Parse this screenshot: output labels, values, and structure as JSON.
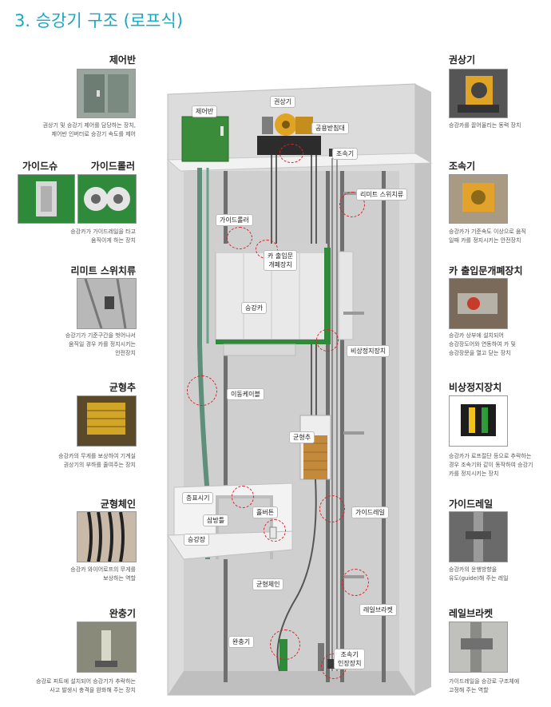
{
  "title": "3. 승강기 구조 (로프식)",
  "left_items": [
    {
      "title": "제어반",
      "desc": [
        "권상기 및 승강기 제어를 담당하는 장치,",
        "제어반 인버터로 승강기 속도를 제어"
      ]
    },
    {
      "title": "가이드슈",
      "title2": "가이드롤러",
      "desc": [
        "승강카가 가이드레일을 타고",
        "움직이게 하는 장치"
      ]
    },
    {
      "title": "리미트 스위치류",
      "desc": [
        "승강기가 기준구간을 벗어나서",
        "움직일 경우 카를 정지시키는",
        "안전장치"
      ]
    },
    {
      "title": "균형추",
      "desc": [
        "승강카의 무게를 보상하여 기계실",
        "권상기의 부하를 줄여주는 장치"
      ]
    },
    {
      "title": "균형체인",
      "desc": [
        "승강카 와이어로프의 무게를",
        "보상하는 역할"
      ]
    },
    {
      "title": "완충기",
      "desc": [
        "승강로 피트에 설치되어 승강기가 추락하는",
        "사고 발생시 충격을 완화해 주는 장치"
      ]
    }
  ],
  "right_items": [
    {
      "title": "권상기",
      "desc": [
        "승강카를 끌어올리는 동력 장치"
      ]
    },
    {
      "title": "조속기",
      "desc": [
        "승강카가 기준속도 이상으로 움직",
        "일때 카를 정지시키는 안전장치"
      ]
    },
    {
      "title": "카 출입문개폐장치",
      "desc": [
        "승강카 상부에 설치되어",
        "승강장도어와 연동하여 카 및",
        "승강장문을 열고 닫는 장치"
      ]
    },
    {
      "title": "비상정지장치",
      "desc": [
        "승강카가 로프절단 등으로 추락하는",
        "경우 조속기와 같이 동작하여 승강기",
        "카를 정지시키는 장치"
      ]
    },
    {
      "title": "가이드레일",
      "desc": [
        "승강카의 운행방향을",
        "유도(guide)해 주는 레일"
      ]
    },
    {
      "title": "레일브라켓",
      "desc": [
        "가이드레일을 승강로 구조체에",
        "고정해 주는 역할"
      ]
    }
  ],
  "labels": {
    "control_panel": "제어반",
    "traction_machine": "권상기",
    "bed_plate": "공용받침대",
    "governor_top": "조속기",
    "limit_switch": "리미트 스위치류",
    "guide_roller": "가이드롤러",
    "door_operator": "카 출입문\n개폐장치",
    "car": "승강카",
    "safety_gear": "비상정지장치",
    "travel_cable": "이동케이블",
    "counterweight": "균형추",
    "indicator": "층표시기",
    "jamb": "삼방틀",
    "call_button": "홀버튼",
    "landing": "승강장",
    "guide_rail": "가이드레일",
    "comp_chain": "균형체인",
    "rail_bracket": "레일브라켓",
    "buffer": "완충기",
    "governor_tension": "조속기\n인장장치"
  },
  "colors": {
    "title": "#1aa8c2",
    "dashed_circle": "#d8222a",
    "green_cabinet": "#3a8c3a",
    "shaft_wall": "#d9d9d9"
  }
}
